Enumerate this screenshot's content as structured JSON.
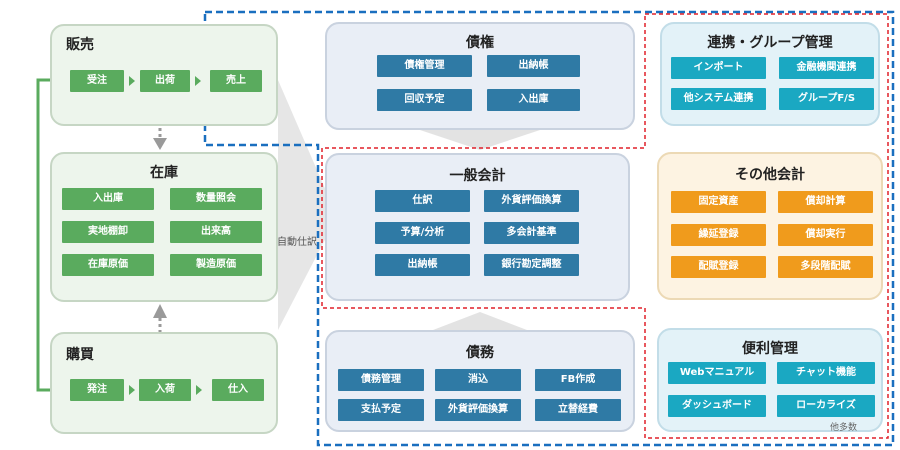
{
  "sales": {
    "title": "販売",
    "items": [
      "受注",
      "出荷",
      "売上"
    ]
  },
  "inventory": {
    "title": "在庫",
    "items": [
      "入出庫",
      "数量照会",
      "実地棚卸",
      "出来高",
      "在庫原価",
      "製造原価"
    ]
  },
  "purchase": {
    "title": "購買",
    "items": [
      "発注",
      "入荷",
      "仕入"
    ]
  },
  "receivables": {
    "title": "債権",
    "items": [
      "債権管理",
      "出納帳",
      "回収予定",
      "入出庫"
    ]
  },
  "general_ledger": {
    "title": "一般会計",
    "items": [
      "仕訳",
      "外貨評価換算",
      "予算/分析",
      "多会計基準",
      "出納帳",
      "銀行勘定調整"
    ]
  },
  "payables": {
    "title": "債務",
    "items": [
      "債務管理",
      "消込",
      "FB作成",
      "支払予定",
      "外貨評価換算",
      "立替経費"
    ]
  },
  "integration": {
    "title": "連携・グループ管理",
    "items": [
      "インポート",
      "金融機関連携",
      "他システム連携",
      "グループF/S"
    ]
  },
  "other_accounting": {
    "title": "その他会計",
    "items": [
      "固定資産",
      "償却計算",
      "繰延登録",
      "償却実行",
      "配賦登録",
      "多段階配賦"
    ]
  },
  "utilities": {
    "title": "便利管理",
    "items": [
      "Webマニュアル",
      "チャット機能",
      "ダッシュボード",
      "ローカライズ"
    ],
    "note": "他多数"
  },
  "auto_label": "自動仕訳",
  "colors": {
    "green": "#5aab5e",
    "blue": "#2f7aa5",
    "cyan": "#1aa8c2",
    "orange": "#f09b1c",
    "blue_dash": "#1a6fbf",
    "red_dash": "#e0202a"
  }
}
